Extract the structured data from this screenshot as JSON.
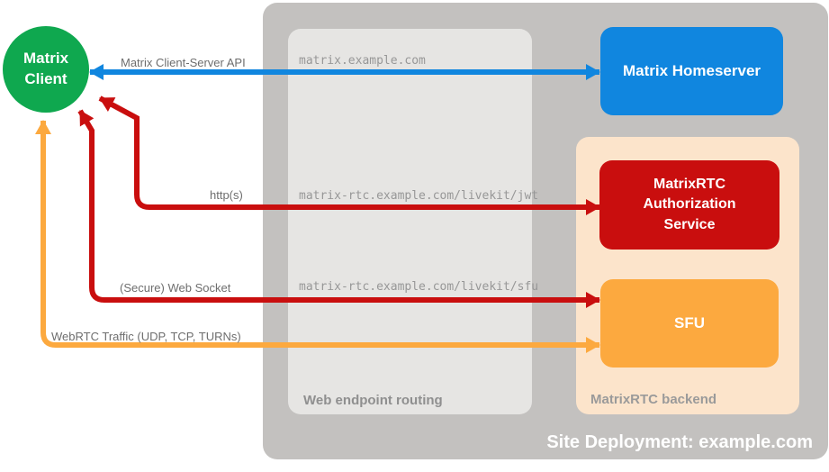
{
  "client": {
    "label": "Matrix Client"
  },
  "homeserver": {
    "label": "Matrix Homeserver"
  },
  "routing": {
    "label": "Web endpoint routing",
    "routes": [
      "matrix.example.com",
      "matrix-rtc.example.com/livekit/jwt",
      "matrix-rtc.example.com/livekit/sfu"
    ]
  },
  "backend": {
    "label": "MatrixRTC backend",
    "auth_service_label": "MatrixRTC Authorization Service",
    "sfu_label": "SFU"
  },
  "site": {
    "label": "Site Deployment: example.com"
  },
  "connections": [
    {
      "label": "Matrix Client-Server API",
      "color": "#1086df",
      "from": "Matrix Client",
      "to": "Matrix Homeserver",
      "route": "matrix.example.com",
      "bidirectional": true
    },
    {
      "label": "http(s)",
      "color": "#c90e0e",
      "from": "Matrix Client",
      "to": "MatrixRTC Authorization Service",
      "route": "matrix-rtc.example.com/livekit/jwt",
      "bidirectional": true
    },
    {
      "label": "(Secure) Web Socket",
      "color": "#c90e0e",
      "from": "Matrix Client",
      "to": "SFU",
      "route": "matrix-rtc.example.com/livekit/sfu",
      "bidirectional": true
    },
    {
      "label": "WebRTC Traffic (UDP, TCP, TURNs)",
      "color": "#fca93f",
      "from": "Matrix Client",
      "to": "SFU",
      "bidirectional": true
    }
  ],
  "colors": {
    "client_green": "#0fa84f",
    "homeserver_blue": "#1086df",
    "auth_red": "#c90e0e",
    "sfu_orange": "#fca93f",
    "backend_peach": "#fce4cb",
    "site_gray": "#c3c1bf",
    "routing_gray": "#e6e5e3",
    "label_gray": "#6e6e6e",
    "route_text_gray": "#979797"
  }
}
